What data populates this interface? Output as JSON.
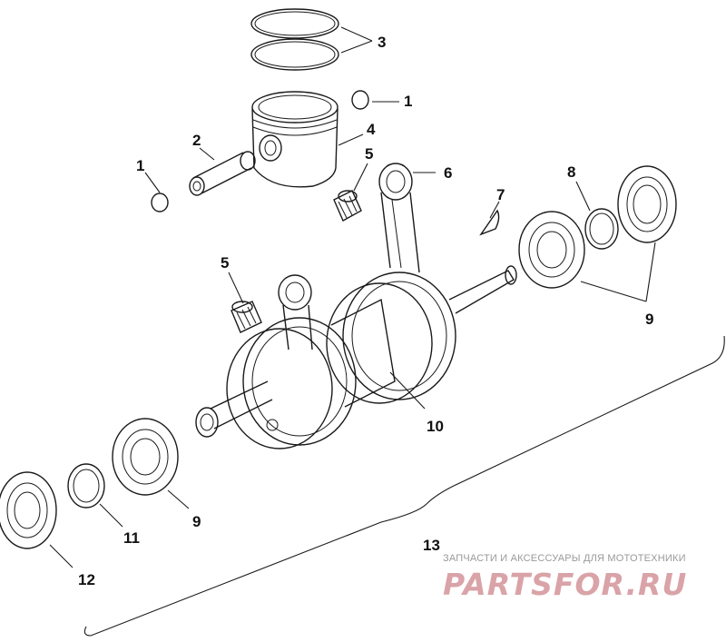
{
  "callouts": {
    "c1a": "1",
    "c1b": "1",
    "c2": "2",
    "c3": "3",
    "c4": "4",
    "c5a": "5",
    "c5b": "5",
    "c6": "6",
    "c7": "7",
    "c8": "8",
    "c9a": "9",
    "c9b": "9",
    "c10": "10",
    "c11": "11",
    "c12": "12",
    "c13": "13"
  },
  "watermark": {
    "caption": "ЗАПЧАСТИ И АКСЕССУАРЫ ДЛЯ МОТОТЕХНИКИ",
    "logo": "PARTSFOR.RU"
  }
}
